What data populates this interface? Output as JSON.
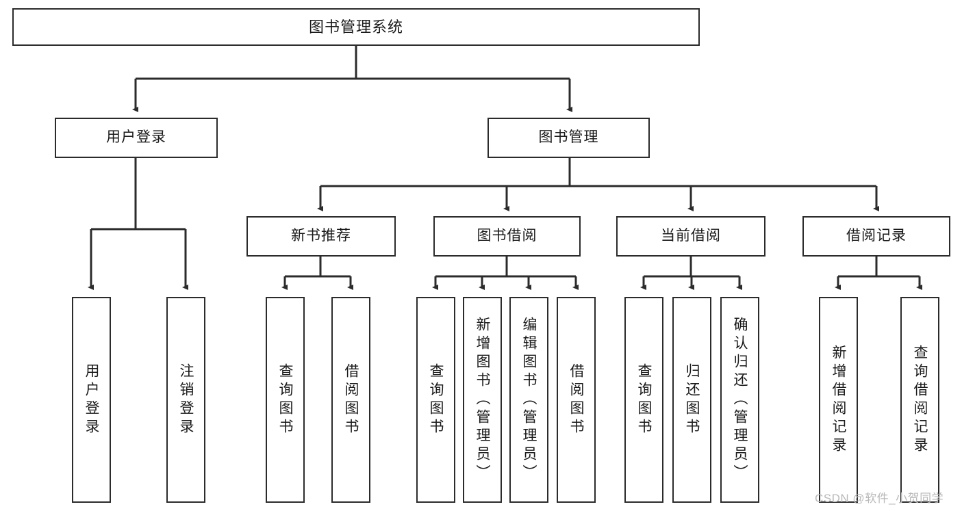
{
  "diagram": {
    "title": "图书管理系统",
    "watermark": "CSDN @软件_小贺同学",
    "stroke_color": "#2b2b2b",
    "fill_color": "#ffffff",
    "watermark_color": "#b9b9b9"
  },
  "levels": {
    "root": {
      "label": "图书管理系统"
    },
    "level2": [
      {
        "label": "用户登录"
      },
      {
        "label": "图书管理"
      }
    ],
    "level3": [
      {
        "label": "新书推荐"
      },
      {
        "label": "图书借阅"
      },
      {
        "label": "当前借阅"
      },
      {
        "label": "借阅记录"
      }
    ]
  },
  "leaves": {
    "user_login": [
      {
        "label": "用户登录"
      },
      {
        "label": "注销登录"
      }
    ],
    "new_book_recommend": [
      {
        "label": "查询图书"
      },
      {
        "label": "借阅图书"
      }
    ],
    "book_borrow": [
      {
        "label": "查询图书"
      },
      {
        "label": "新增图书（管理员）"
      },
      {
        "label": "编辑图书（管理员）"
      },
      {
        "label": "借阅图书"
      }
    ],
    "current_borrow": [
      {
        "label": "查询图书"
      },
      {
        "label": "归还图书"
      },
      {
        "label": "确认归还（管理员）"
      }
    ],
    "borrow_record": [
      {
        "label": "新增借阅记录"
      },
      {
        "label": "查询借阅记录"
      }
    ]
  }
}
